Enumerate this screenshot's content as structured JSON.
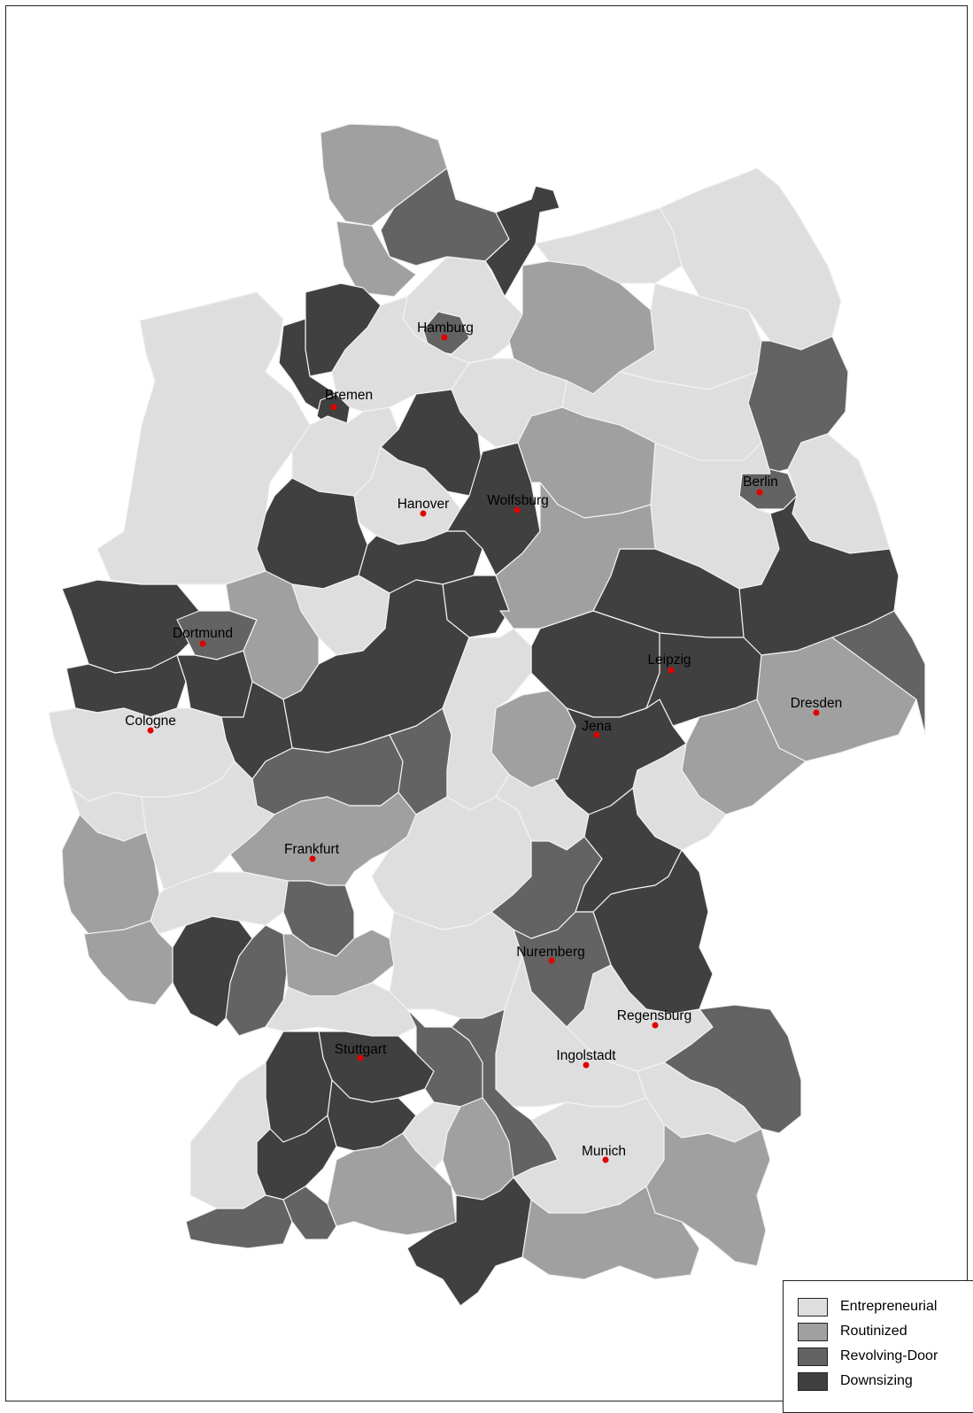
{
  "map": {
    "legend": [
      {
        "key": "entrepreneurial",
        "label": "Entrepreneurial",
        "color": "#dedede"
      },
      {
        "key": "routinized",
        "label": "Routinized",
        "color": "#a0a0a0"
      },
      {
        "key": "revolving",
        "label": "Revolving-Door",
        "color": "#636363"
      },
      {
        "key": "downsizing",
        "label": "Downsizing",
        "color": "#404040"
      }
    ],
    "cities": [
      {
        "name": "Hamburg"
      },
      {
        "name": "Bremen"
      },
      {
        "name": "Berlin"
      },
      {
        "name": "Hanover"
      },
      {
        "name": "Wolfsburg"
      },
      {
        "name": "Dortmund"
      },
      {
        "name": "Leipzig"
      },
      {
        "name": "Dresden"
      },
      {
        "name": "Cologne"
      },
      {
        "name": "Jena"
      },
      {
        "name": "Frankfurt"
      },
      {
        "name": "Nuremberg"
      },
      {
        "name": "Regensburg"
      },
      {
        "name": "Stuttgart"
      },
      {
        "name": "Ingolstadt"
      },
      {
        "name": "Munich"
      }
    ]
  }
}
